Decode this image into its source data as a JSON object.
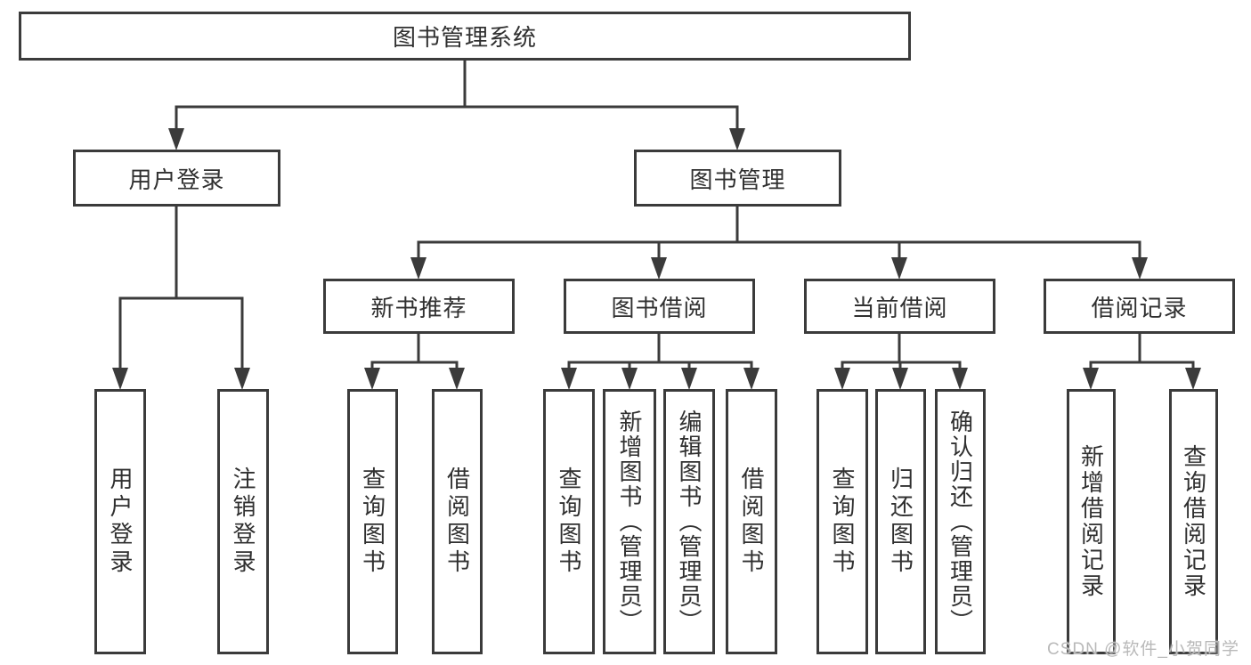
{
  "diagram": {
    "root": "图书管理系统",
    "level2": {
      "user_login": "用户登录",
      "book_management": "图书管理"
    },
    "level3": {
      "new_book_recommend": "新书推荐",
      "book_borrow": "图书借阅",
      "current_borrow": "当前借阅",
      "borrow_records": "借阅记录"
    },
    "leaves": {
      "user_login": [
        "用户登录",
        "注销登录"
      ],
      "new_book_recommend": [
        "查询图书",
        "借阅图书"
      ],
      "book_borrow": [
        "查询图书",
        "新增图书（管理员）",
        "编辑图书（管理员）",
        "借阅图书"
      ],
      "current_borrow": [
        "查询图书",
        "归还图书",
        "确认归还（管理员）"
      ],
      "borrow_records": [
        "新增借阅记录",
        "查询借阅记录"
      ]
    }
  },
  "watermark": "CSDN @软件_小贺同学",
  "colors": {
    "line": "#3b3b3b",
    "text": "#303030",
    "box_background": "#ffffff",
    "watermark": "#b9b9b9"
  }
}
